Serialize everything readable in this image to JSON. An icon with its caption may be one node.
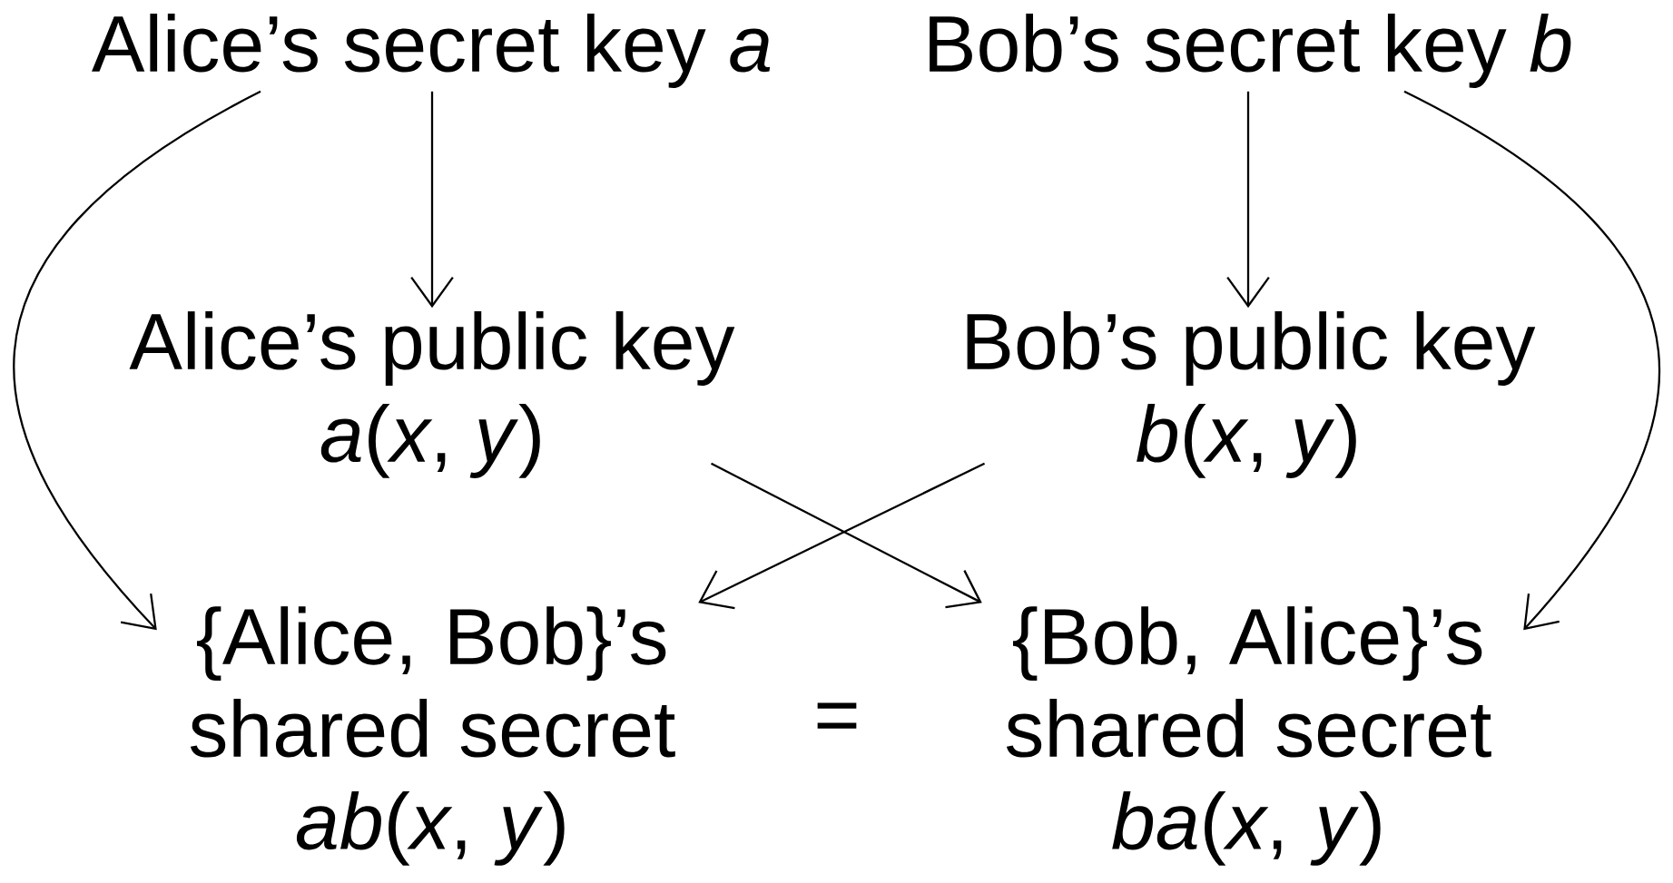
{
  "diagram": {
    "nodes": [
      {
        "text": [
          "Alice’s secret key *a*"
        ]
      },
      {
        "text": [
          "Bob’s secret key *b*"
        ]
      },
      {
        "text": [
          "Alice’s public key",
          "*a*(*x*, *y*)"
        ]
      },
      {
        "text": [
          "Bob’s public key",
          "*b*(*x*, *y*)"
        ]
      },
      {
        "text": [
          "{Alice, Bob}’s shared secret",
          "*ab*(*x*, *y*)"
        ]
      },
      {
        "text": [
          "{Bob, Alice}’s shared secret",
          "*ba*(*x*, *y*)"
        ]
      }
    ],
    "edges": [
      {
        "from": 0,
        "to": 4,
        "arrow": "to"
      },
      {
        "from": 0,
        "to": 2,
        "arrow": "to"
      },
      {
        "from": 1,
        "to": 3,
        "arrow": "to"
      },
      {
        "from": 1,
        "to": 5,
        "arrow": "to"
      },
      {
        "from": 2,
        "to": 5,
        "arrow": "to"
      },
      {
        "from": 3,
        "to": 4,
        "arrow": "to"
      }
    ],
    "labels": [
      "="
    ]
  }
}
